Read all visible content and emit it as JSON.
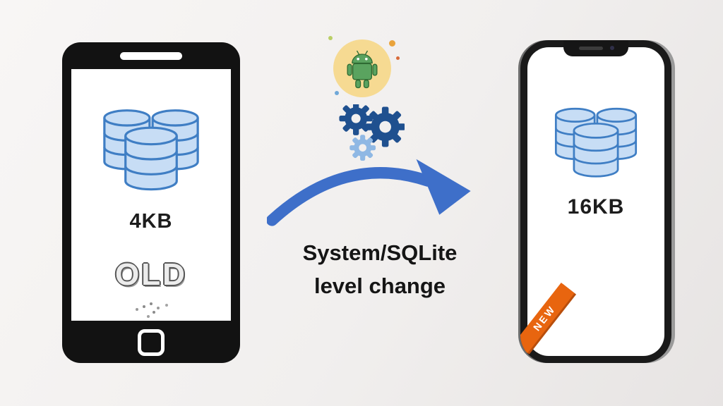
{
  "caption": {
    "line1": "System/SQLite",
    "line2": "level change"
  },
  "old_phone": {
    "size_label": "4KB",
    "status_label": "OLD"
  },
  "new_phone": {
    "size_label": "16KB",
    "ribbon_label": "NEW"
  },
  "icons": {
    "android": "android-robot-icon",
    "gears": "gears-icon",
    "arrow": "curved-arrow-right-icon",
    "database_old": "database-stack-icon",
    "database_new": "database-stack-icon"
  },
  "colors": {
    "arrow_blue": "#3e6fc9",
    "database_fill": "#c7ddf5",
    "database_stroke": "#3f7ec4",
    "android_green": "#5aa35f",
    "android_badge_bg": "#f6da92",
    "gear_dark_blue": "#1f508f",
    "gear_light_blue": "#8fb8e4",
    "ribbon_orange": "#e8650f"
  }
}
